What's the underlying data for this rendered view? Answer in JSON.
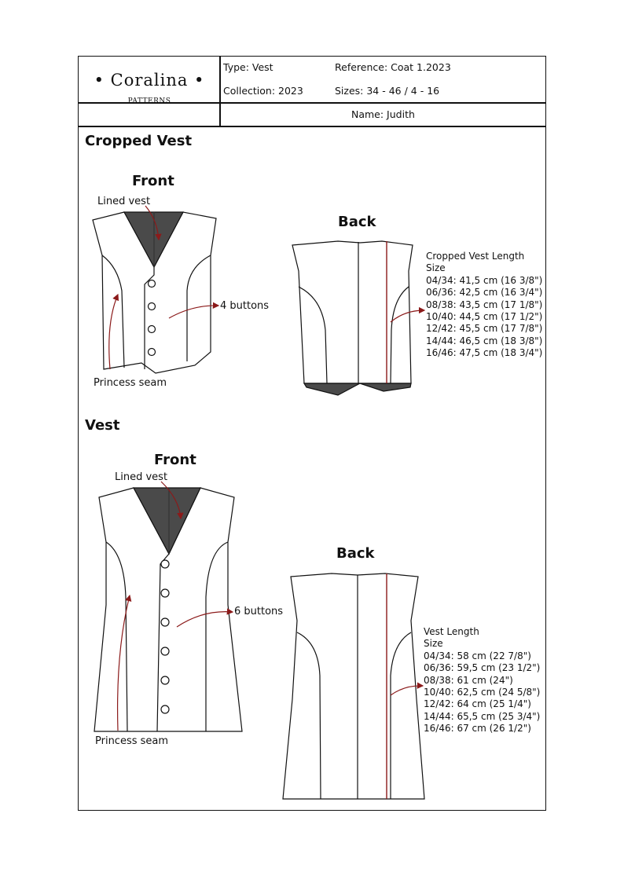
{
  "header": {
    "brand_name": "• Coralina •",
    "brand_sub": "PATTERNS",
    "type": "Type: Vest",
    "reference": "Reference: Coat 1.2023",
    "collection": "Collection: 2023",
    "sizes": "Sizes: 34 - 46 / 4 - 16",
    "name": "Name: Judith"
  },
  "cropped": {
    "title": "Cropped Vest",
    "front_title": "Front",
    "back_title": "Back",
    "lined_label": "Lined vest",
    "buttons_label": "4 buttons",
    "seam_label": "Princess seam",
    "length_heading": "Cropped Vest Length",
    "size_heading": "Size",
    "lengths": [
      "04/34: 41,5 cm (16 3/8\")",
      "06/36: 42,5 cm (16 3/4\")",
      "08/38: 43,5 cm (17 1/8\")",
      "10/40: 44,5 cm (17 1/2\")",
      "12/42: 45,5 cm (17 7/8\")",
      "14/44: 46,5 cm (18 3/8\")",
      "16/46: 47,5 cm (18 3/4\")"
    ]
  },
  "vest": {
    "title": "Vest",
    "front_title": "Front",
    "back_title": "Back",
    "lined_label": "Lined vest",
    "buttons_label": "6 buttons",
    "seam_label": "Princess seam",
    "length_heading": "Vest Length",
    "size_heading": "Size",
    "lengths": [
      "04/34: 58 cm (22 7/8\")",
      "06/36: 59,5 cm (23 1/2\")",
      "08/38: 61 cm (24\")",
      "10/40: 62,5 cm (24 5/8\")",
      "12/42: 64 cm (25 1/4\")",
      "14/44: 65,5 cm (25 3/4\")",
      "16/46: 67 cm (26 1/2\")"
    ]
  },
  "colors": {
    "lining": "#4a4a4a",
    "annotation": "#8b1a1a",
    "line": "#111111"
  }
}
